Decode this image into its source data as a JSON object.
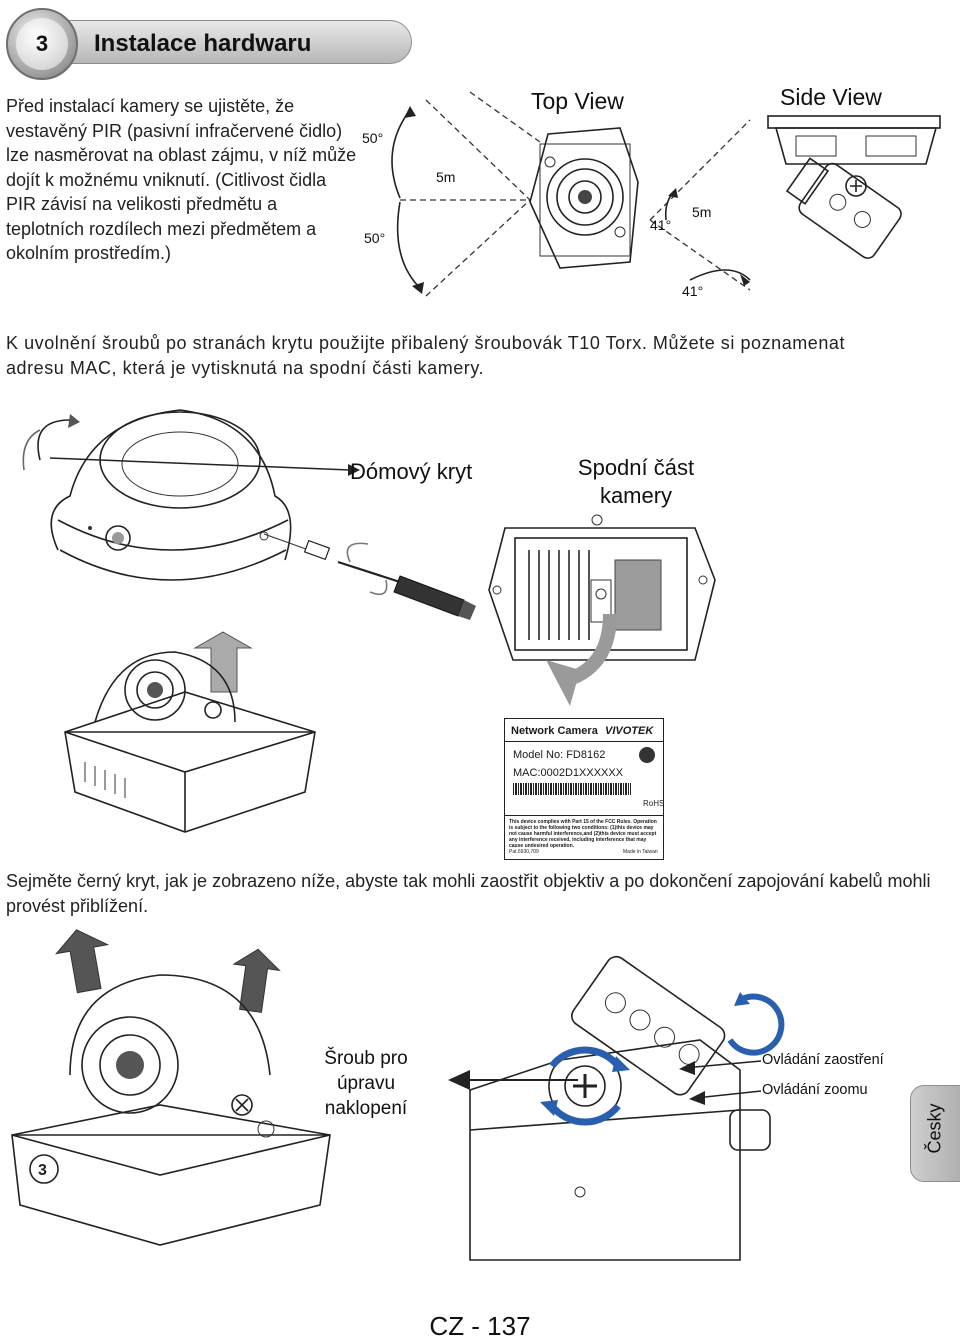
{
  "header": {
    "number": "3",
    "title": "Instalace hardwaru"
  },
  "intro_text": "Před instalací kamery se ujistěte, že vestavěný PIR (pasivní infračervené čidlo) lze nasměrovat na oblast zájmu, v níž může dojít k možnému vniknutí. (Citlivost čidla PIR závisí na velikosti předmětu a teplotních rozdílech mezi předmětem a okolním prostředím.)",
  "pir_diagram": {
    "angle_top": "50°",
    "angle_bottom": "50°",
    "distance_left": "5m",
    "top_view_label": "Top View",
    "side_view_label": "Side View",
    "angle_side_1": "41°",
    "angle_side_2": "41°",
    "distance_side": "5m"
  },
  "screw_text": "K uvolnění šroubů po stranách krytu použijte přibalený šroubovák T10 Torx. Můžete si poznamenat adresu MAC, která je vytisknutá na spodní části kamery.",
  "labels": {
    "dome_cover": "Dómový kryt",
    "camera_bottom": "Spodní část kamery"
  },
  "mac_label": {
    "title": "Network Camera",
    "brand": "VIVOTEK",
    "model": "Model No: FD8162",
    "mac": "MAC:0002D1XXXXXX",
    "rohs": "RoHS",
    "fcc_text": "This device complies with Part 15 of the FCC Rules. Operation is subject to the following two conditions: (1)this device may not cause harmful interference,and (2)this device must accept any interference received, including interference that may cause undesired operation.",
    "pat": "Pat.6930,709",
    "made_in": "Made in Taiwan"
  },
  "cover_text": "Sejměte černý kryt, jak je zobrazeno níže, abyste tak mohli zaostřit objektiv a po dokončení zapojování kabelů mohli provést přiblížení.",
  "adjust_labels": {
    "tilt_screw": "Šroub pro úpravu naklopení",
    "focus": "Ovládání zaostření",
    "zoom": "Ovládání zoomu"
  },
  "lang_tab": "Česky",
  "page_number": "CZ - 137"
}
